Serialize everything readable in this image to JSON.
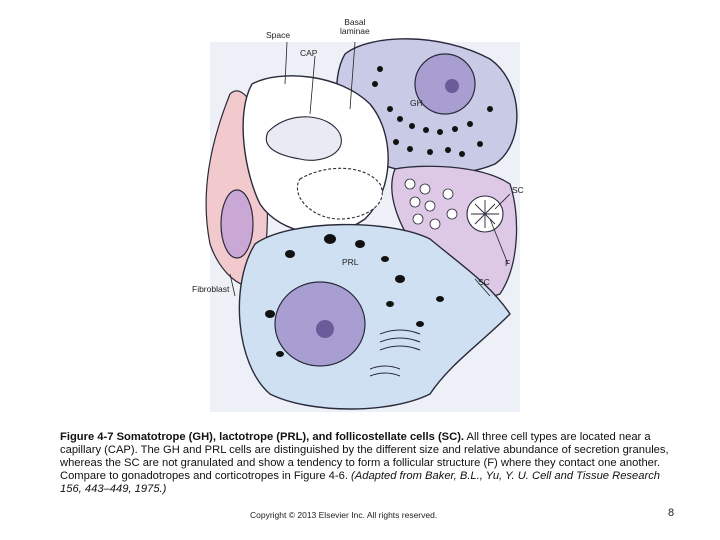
{
  "figure": {
    "labels": {
      "space": "Space",
      "basal_laminae": "Basal\nlaminae",
      "cap": "CAP",
      "gh": "GH",
      "sc_upper": "SC",
      "prl": "PRL",
      "f": "F",
      "sc_lower": "SC",
      "fibroblast": "Fibroblast"
    },
    "colors": {
      "gh_cell": "#c9cbe6",
      "prl_cell": "#cfe0f2",
      "sc_cell": "#ddc8e6",
      "fibroblast": "#f2c9cc",
      "nucleus": "#a99ed2",
      "outline": "#2a2a3a"
    }
  },
  "caption": {
    "bold": "Figure 4-7 Somatotrope (GH), lactotrope (PRL), and follicostellate cells (SC).",
    "text": " All three cell types are located near a capillary (CAP). The GH and PRL cells are distinguished by the different size and relative abundance of secretion granules, whereas the SC are not granulated and show a tendency to form a follicular structure (F) where they contact one another. Compare to gonadotropes and corticotropes in Figure 4-6.",
    "italic": " (Adapted from Baker, B.L., Yu, Y. U. Cell and Tissue Research 156, 443–449, 1975.)"
  },
  "footer": {
    "copyright": "Copyright © 2013 Elsevier Inc. All rights reserved.",
    "page_number": "8"
  }
}
